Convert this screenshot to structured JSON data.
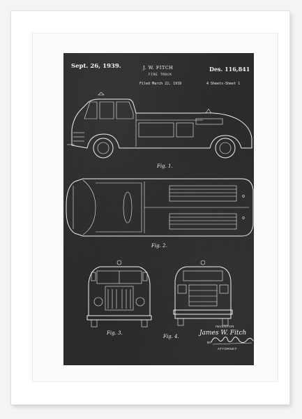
{
  "patent": {
    "date": "Sept. 26, 1939.",
    "inventor_header": "J. W. FITCH",
    "title": "FIRE TRUCK",
    "filed": "Filed March 22, 1939",
    "number": "Des. 116,841",
    "sheets": "4 Sheets-Sheet 1"
  },
  "figures": {
    "fig1": "Fig. 1.",
    "fig2": "Fig. 2.",
    "fig3": "Fig. 3.",
    "fig4": "Fig. 4."
  },
  "signature": {
    "inventor_label": "INVENTOR",
    "inventor_name": "James W. Fitch",
    "by_label": "BY",
    "attorney_label": "ATTORNEY"
  },
  "colors": {
    "chalkboard": "#2b2b2b",
    "chalk": "#f2f2f2",
    "frame": "#ffffff"
  }
}
